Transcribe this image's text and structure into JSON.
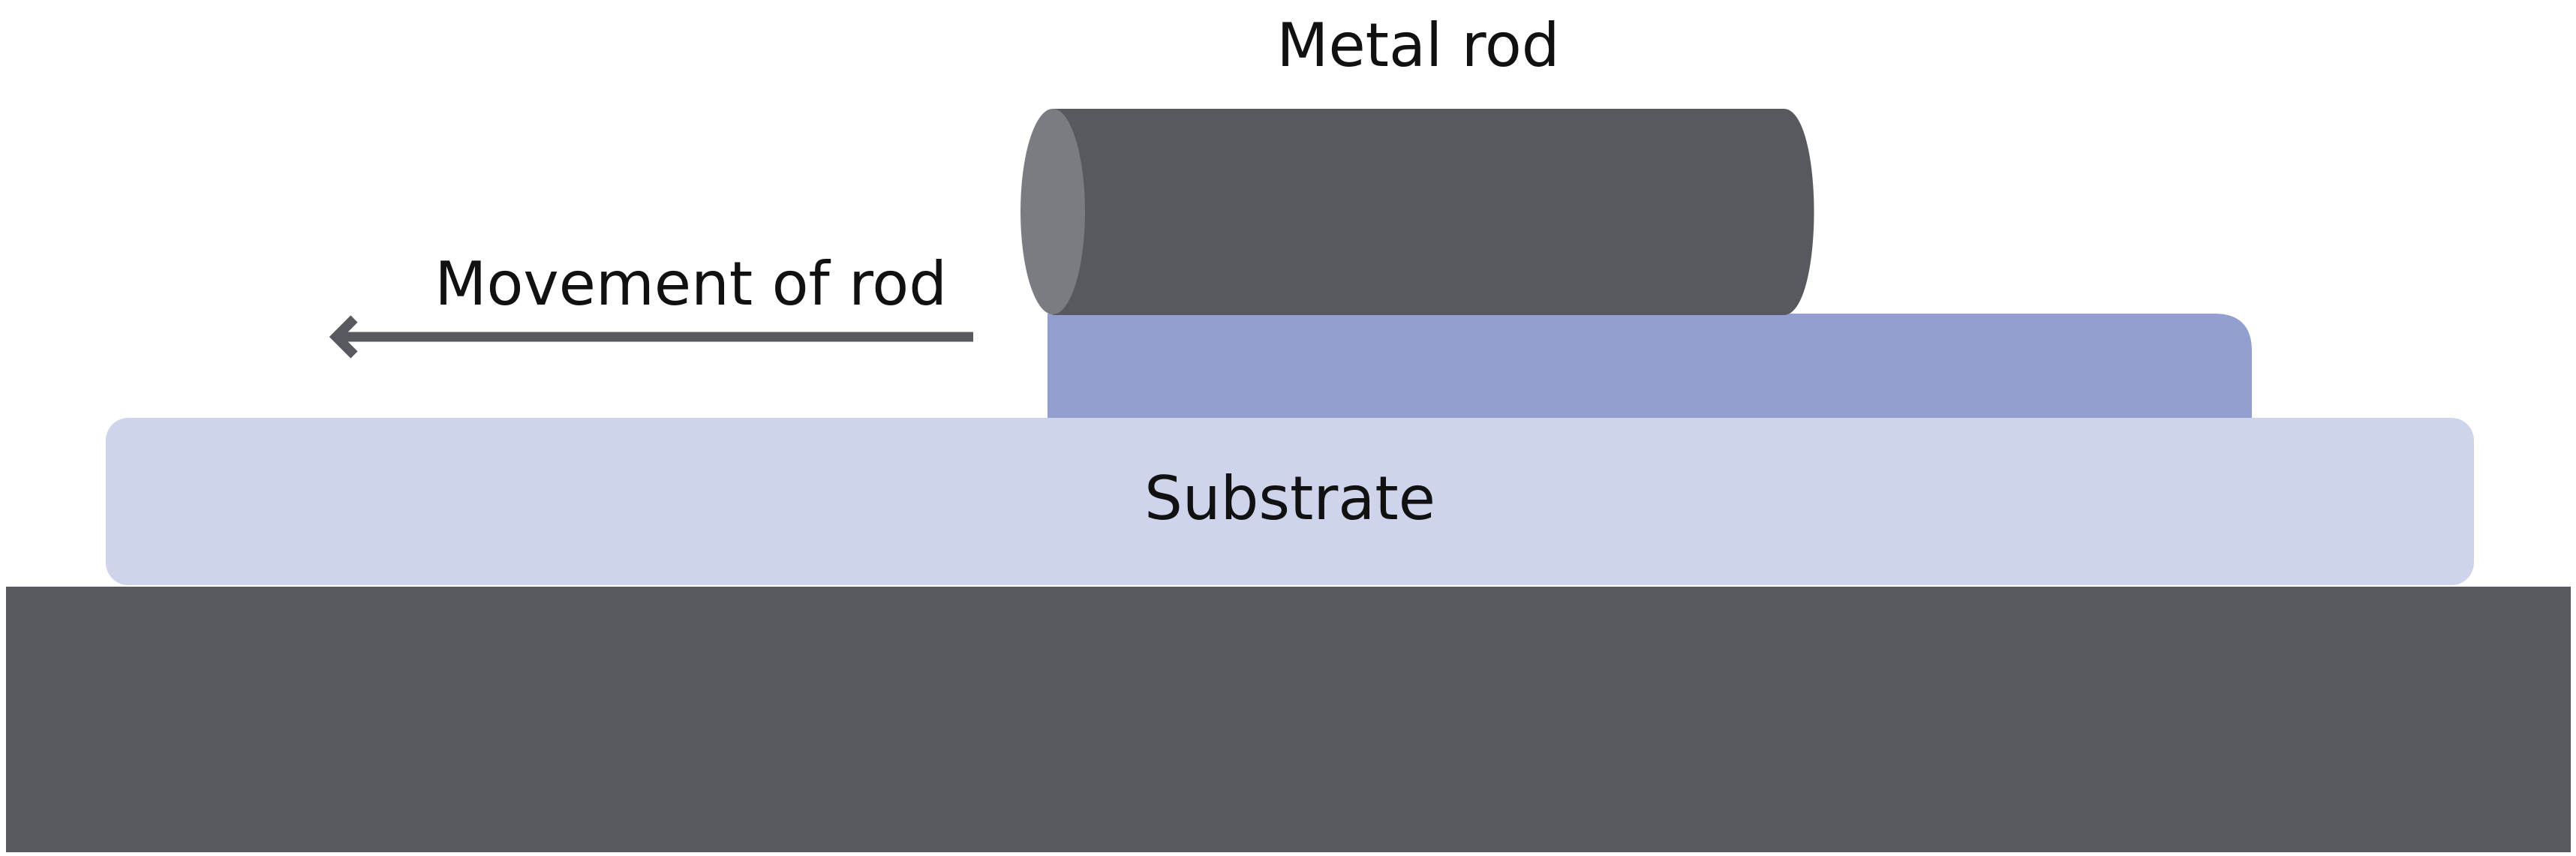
{
  "labels": {
    "rod": "Metal rod",
    "movement": "Movement of rod",
    "substrate": "Substrate"
  },
  "colors": {
    "background": "#ffffff",
    "base_block": "#58595e",
    "substrate": "#cdd4ec",
    "coating_layer": "#939fce",
    "rod_body": "#58595e",
    "rod_end_cap": "#7b7c81",
    "arrow": "#58595e",
    "text": "#111111"
  },
  "icons": {
    "arrow": "left-arrow-icon"
  }
}
